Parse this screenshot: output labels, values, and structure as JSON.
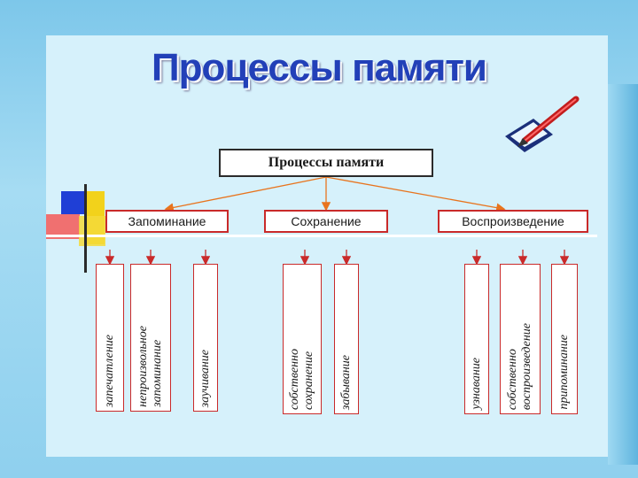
{
  "title": "Процессы памяти",
  "root_label": "Процессы памяти",
  "categories": [
    {
      "label": "Запоминание",
      "children": [
        "запечатление",
        "непроизвольное\nзапоминание",
        "заучивание"
      ]
    },
    {
      "label": "Сохранение",
      "children": [
        "собственно\nсохранение",
        "забывание"
      ]
    },
    {
      "label": "Воспроизведение",
      "children": [
        "узнавание",
        "собственно\nвоспроизведение",
        "припоминание"
      ]
    }
  ],
  "colors": {
    "title": "#2240b8",
    "border": "#c92a2a",
    "arrow_orange": "#e8741e"
  }
}
